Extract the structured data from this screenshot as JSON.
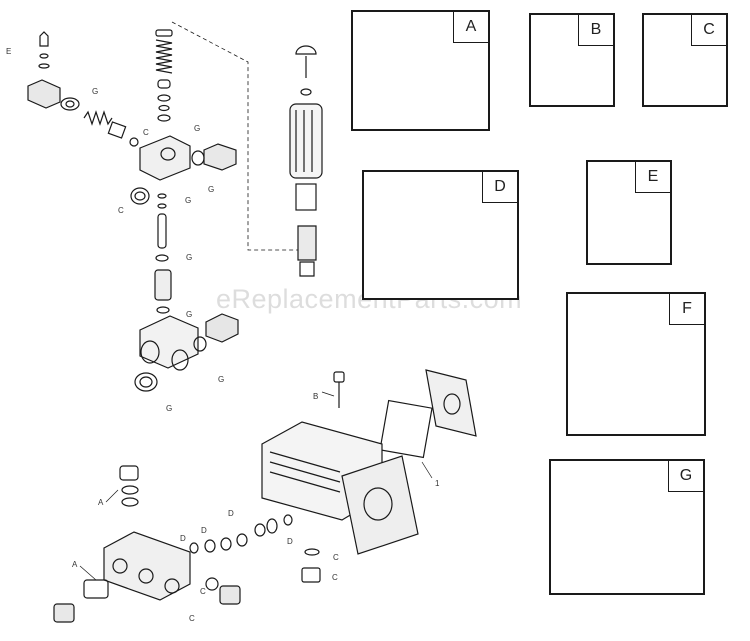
{
  "watermark": "eReplacementParts.com",
  "kits": {
    "a": {
      "label": "A"
    },
    "b": {
      "label": "B"
    },
    "c": {
      "label": "C"
    },
    "d": {
      "label": "D"
    },
    "e": {
      "label": "E"
    },
    "f": {
      "label": "F"
    },
    "g": {
      "label": "G"
    }
  },
  "callouts": {
    "e": "E",
    "g": "G",
    "c": "C",
    "b": "B",
    "a": "A",
    "d": "D",
    "one": "1"
  },
  "colors": {
    "line": "#1a1a1a",
    "fill": "#ffffff",
    "shade": "#9a9a9a"
  }
}
